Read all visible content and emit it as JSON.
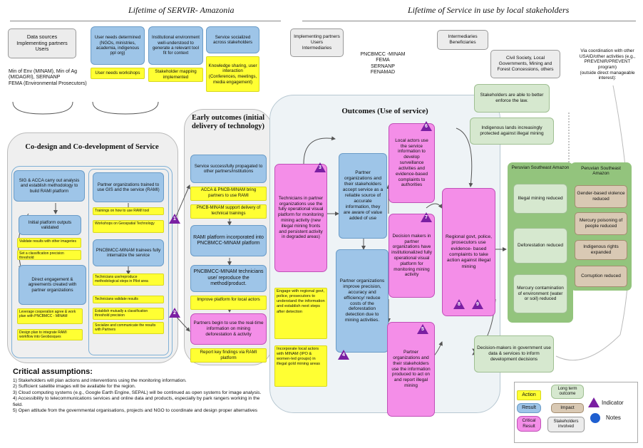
{
  "headers": {
    "left": "Lifetime of SERVIR- Amazonia",
    "right": "Lifetime of Service in use by local stakeholders"
  },
  "top_left": {
    "callout": "Data sources\nImplementing partners\nUsers",
    "text": "Min of Env (MINAM), Min of Ag (MIDAGRI), SERNANP\nFEMA (Environmental Prosecutors)"
  },
  "top_results": {
    "r1": "User needs determined (NGOs, ministries, academia, indigenous ppl org)",
    "r2": "Institutional environment well-understood to generate a relevant tool fit for context",
    "r3": "Service socialized across stakeholders",
    "a1": "User needs workshops",
    "a2": "Stakeholder mapping implemented",
    "a3": "Knowledge sharing, user interaction (Conferences, meetings, media engagement)"
  },
  "top_right": {
    "callout1": "Implementing partners\nUsers\nIntermediaries",
    "text1": "PNCBMCC -MINAM\nFEMA\nSERNANP\nFENAMAD",
    "callout2": "Intermediaries\nBeneficiaries",
    "callout3": "Civil Society, Local Governments, Mining and Forest Concessions, others",
    "note": "Via coordination with other USAID/other activities (e.g., PREVENIR/PREVENT program)\n(outside direct manageable interest):"
  },
  "codesign": {
    "title": "Co-design and Co-development of Service",
    "r_sig": "SIG & ACCA carry out analysis and establish methodology to build RAMI platform",
    "r_initial": "Initial platform outputs validated",
    "a_validate": "Validate results with other imageries",
    "a_threshold": "Set a classification precision threshold",
    "r_direct": "Direct engagement & agreements created with partner organizations",
    "a_leverage": "Leverage cooperation agree & work plan with PNCBMCC - MINAM",
    "a_design": "Design plan to integrate RAMI workflow into Geobosques",
    "r_trained": "Partner organizations trained to use GIS and the service (RAMI)",
    "a_train": "Trainings on how to use RAMI tool",
    "a_workshops": "Workshops on Geospatial Technology",
    "r_trainees": "PNCBMCC-MINAM trainees fully internalize the service",
    "a_tech": "Technicians use/reproduce methodological steps in Pilot area",
    "a_validate2": "Technicians validate results",
    "a_establish": "Establish mutually a classification threshold precision",
    "a_socialize": "Socialize and communicate the results with Partners"
  },
  "early": {
    "title": "Early outcomes (initial delivery of technology)",
    "r1": "Service successfully propagated to other partners/institutions",
    "a1": "ACCA & PNCB-MINAM bring partners to use RAMI",
    "a2": "PNCB-MINAM support delivery of technical trainings",
    "r2": "RAMI platform incorporated into PNCBMCC-MINAM platform",
    "r3": "PNCBMCC-MINAM technicians use/ reproduce the method/product.",
    "a3": "Improve platform for local actors",
    "p1": "Partners begin to use the real-time information on mining deforestation & activity",
    "a4": "Report key findings via RAMI platform"
  },
  "outcomes": {
    "title": "Outcomes (Use of service)",
    "p_tech": "Technicians in partner organizations use the fully operational visual platform for monitoring mining activity (new illegal mining fronts and persistent activity in degraded areas)",
    "a_engage": "Engage with regional govt, police, prosecutors to understand the information and establish next steps after detection",
    "a_incorporate": "Incorporate local actors with MINAM (IPO & women-led groups) in illegal gold mining areas",
    "r_accept": "Partner organizations and their stakeholders accept service as a reliable source of accurate information, they are aware of value added of use",
    "r_improve": "Partner organizations improve precision, accuracy and efficiency/ reduce costs of the deforestation detection due to mining activities.",
    "p_local": "Local actors use the service information to develop surveillance activities and evidence-based complaints to authorities",
    "p_decision": "Decision makers in partner organizations have institutionalized fully operational visual platform for monitoring mining activity",
    "p_partner": "Partner organizations and their stakeholders use the information produced to act on and report illegal mining",
    "p_regional": "Regional govt, police, prosecutors use evidence- based complaints to take action against illegal mining"
  },
  "long_term": {
    "enforce": "Stakeholders are able to better enforce the law.",
    "indigenous": "Indigenous lands increasingly protected against illegal mining",
    "peru1_title": "Peruvian Southeast Amazon",
    "illegal": "Illegal mining reduced",
    "defor": "Deforestation reduced",
    "mercury": "Mercury contamination of environment (water or soil) reduced",
    "peru2_title": "Peruvian Southeast Amazon",
    "gbv": "Gender-based violence reduced",
    "mercury_ppl": "Mercury poisoning of people reduced",
    "rights": "Indigenous rights expanded",
    "corruption": "Corruption reduced",
    "decision_gov": "Decision-makers in government use data & services to inform development decisions"
  },
  "assumptions": {
    "title": "Critical assumptions:",
    "items": [
      "1) Stakeholders will plan actions and interventions using the monitoring information.",
      "2) Sufficient satellite images will be available for the region.",
      "3) Cloud computing systems (e.g., Google Earth Engine, SEPAL) will be continued as open systems for image analysis.",
      "4) Accessibility to telecommunications services and online data and products, especially by park rangers working in the field.",
      "5) Open attitude from the governmental organisations, projects and NGO to coordinate and design proper alternatives"
    ]
  },
  "legend": {
    "action": "Action",
    "result": "Result",
    "critical": "Critical Result",
    "long_term": "Long term outcome",
    "impact": "Impact",
    "stakeholders": "Stakeholders involved",
    "indicator": "Indicator",
    "notes": "Notes"
  },
  "indicators": [
    "1",
    "2",
    "3",
    "4",
    "5",
    "6",
    "7",
    "8",
    "9"
  ],
  "colors": {
    "action": "#ffff33",
    "result": "#9ec5e8",
    "critical": "#f48ee8",
    "long_term": "#d6e8cf",
    "impact": "#d9c9b4",
    "indicator": "#7a1fa2",
    "notes": "#1f5fd0"
  }
}
